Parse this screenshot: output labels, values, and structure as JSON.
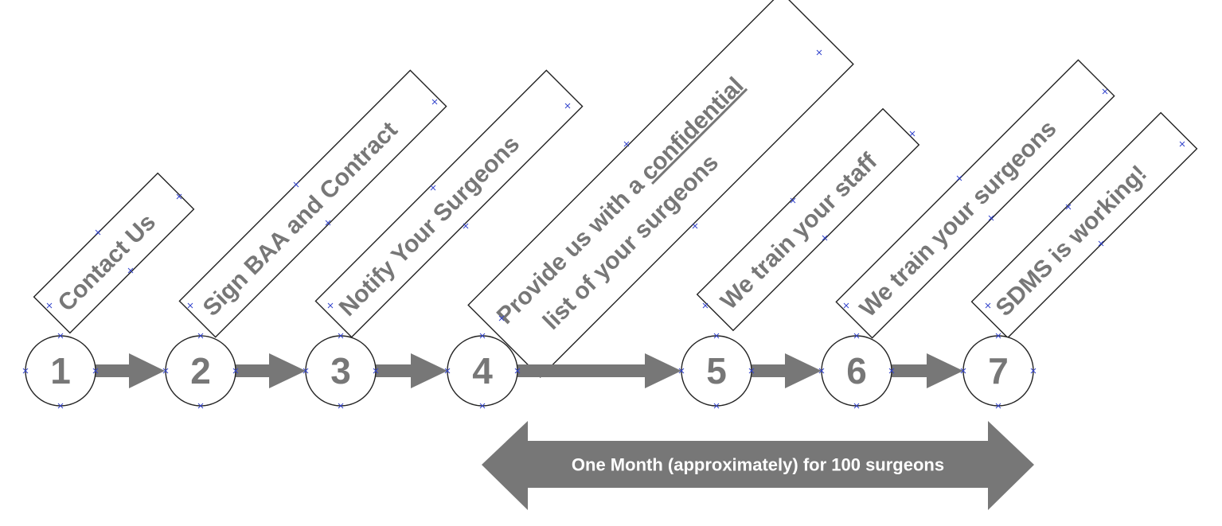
{
  "steps": [
    {
      "number": "1",
      "label": "Contact Us"
    },
    {
      "number": "2",
      "label": "Sign BAA and Contract"
    },
    {
      "number": "3",
      "label": "Notify Your Surgeons"
    },
    {
      "number": "4",
      "label_line1_prefix": "Provide us with a ",
      "label_line1_emphasis": "confidential",
      "label_line2": "list of your surgeons"
    },
    {
      "number": "5",
      "label": "We train your staff"
    },
    {
      "number": "6",
      "label": "We train your surgeons"
    },
    {
      "number": "7",
      "label": "SDMS is working!"
    }
  ],
  "duration": {
    "text": "One Month (approximately) for 100 surgeons"
  },
  "colors": {
    "gray": "#777777",
    "outline": "#222222",
    "handle": "#3344cc"
  }
}
